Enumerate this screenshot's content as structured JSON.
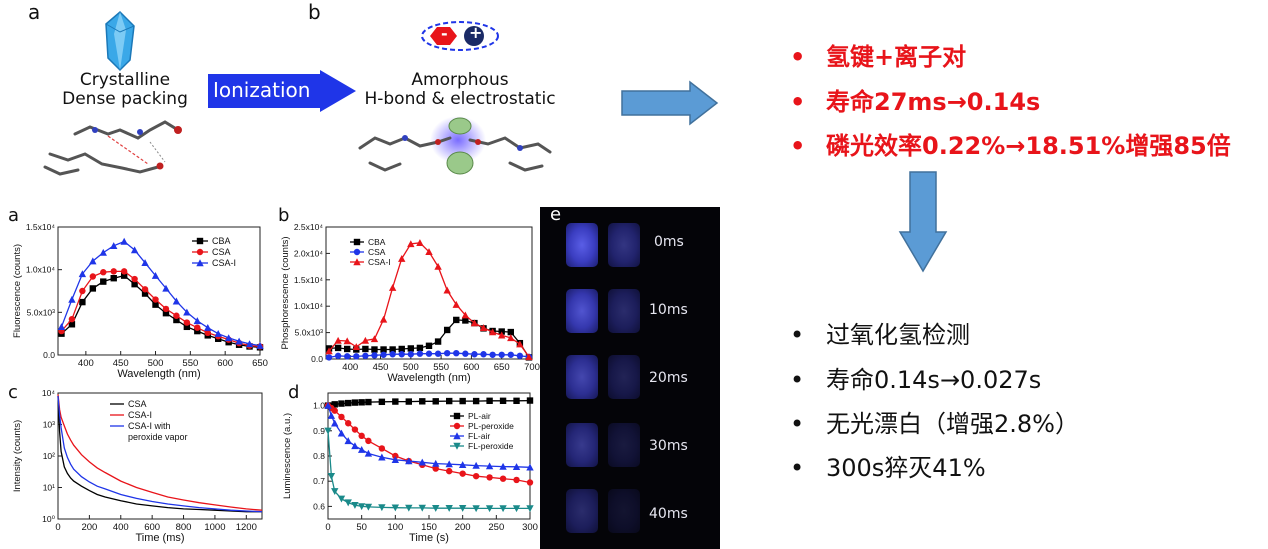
{
  "top": {
    "panel_a_letter": "a",
    "panel_b_letter": "b",
    "a_line1": "Crystalline",
    "a_line2": "Dense packing",
    "arrow_label": "Ionization",
    "b_line1": "Amorphous",
    "b_line2": "H-bond & electrostatic",
    "ion_minus": "-",
    "ion_plus": "+"
  },
  "bullets_red": [
    {
      "marker": "•",
      "text": "氢键+离子对"
    },
    {
      "marker": "•",
      "text": "寿命27ms→0.14s"
    },
    {
      "marker": "•",
      "text": "磷光效率0.22%→18.51%增强85倍"
    }
  ],
  "bullets_black": [
    {
      "marker": "•",
      "text": "过氧化氢检测"
    },
    {
      "marker": "•",
      "text": "寿命0.14s→0.027s"
    },
    {
      "marker": "•",
      "text": "无光漂白（增强2.8%）"
    },
    {
      "marker": "•",
      "text": "300s猝灭41%"
    }
  ],
  "photo": {
    "letter": "e",
    "times": [
      "0ms",
      "10ms",
      "20ms",
      "30ms",
      "40ms"
    ]
  },
  "colors": {
    "red": "#e8141a",
    "arrow_blue": "#5b9bd5",
    "ionization_blue": "#1f35e8"
  },
  "chart_data": [
    {
      "panel": "a",
      "type": "line",
      "xlabel": "Wavelength (nm)",
      "ylabel": "Fluorescence (counts)",
      "xlim": [
        360,
        650
      ],
      "ylim": [
        0,
        15000
      ],
      "xticks": [
        400,
        450,
        500,
        550,
        600,
        650
      ],
      "yticks": [
        {
          "v": 0,
          "t": "0.0"
        },
        {
          "v": 5000,
          "t": "5.0x10³"
        },
        {
          "v": 10000,
          "t": "1.0x10⁴"
        },
        {
          "v": 15000,
          "t": "1.5x10⁴"
        }
      ],
      "x": [
        365,
        380,
        395,
        410,
        425,
        440,
        455,
        470,
        485,
        500,
        515,
        530,
        545,
        560,
        575,
        590,
        605,
        620,
        635,
        650
      ],
      "series": [
        {
          "name": "CBA",
          "color": "#000000",
          "marker": "square",
          "values": [
            2500,
            3600,
            6200,
            7800,
            8600,
            9000,
            9300,
            8300,
            7200,
            5900,
            4900,
            4100,
            3300,
            2800,
            2300,
            1900,
            1500,
            1200,
            1000,
            900
          ]
        },
        {
          "name": "CSA",
          "color": "#e8141a",
          "marker": "circle",
          "values": [
            2800,
            4200,
            7500,
            9200,
            9700,
            9800,
            9800,
            8900,
            7700,
            6500,
            5400,
            4600,
            3800,
            3200,
            2600,
            2200,
            1800,
            1400,
            1100,
            1000
          ]
        },
        {
          "name": "CSA-I",
          "color": "#1f35e8",
          "marker": "triangle",
          "values": [
            3300,
            6500,
            9500,
            11000,
            12000,
            12800,
            13300,
            12300,
            10800,
            9300,
            7800,
            6300,
            5000,
            4000,
            3200,
            2500,
            2000,
            1600,
            1300,
            1100
          ]
        }
      ],
      "legend": "top-right"
    },
    {
      "panel": "b",
      "type": "line",
      "xlabel": "Wavelength (nm)",
      "ylabel": "Phosphorescence (counts)",
      "xlim": [
        360,
        700
      ],
      "ylim": [
        0,
        25000
      ],
      "xticks": [
        400,
        450,
        500,
        550,
        600,
        650,
        700
      ],
      "yticks": [
        {
          "v": 0,
          "t": "0.0"
        },
        {
          "v": 5000,
          "t": "5.0x10³"
        },
        {
          "v": 10000,
          "t": "1.0x10⁴"
        },
        {
          "v": 15000,
          "t": "1.5x10⁴"
        },
        {
          "v": 20000,
          "t": "2.0x10⁴"
        },
        {
          "v": 25000,
          "t": "2.5x10⁴"
        }
      ],
      "x": [
        365,
        380,
        395,
        410,
        425,
        440,
        455,
        470,
        485,
        500,
        515,
        530,
        545,
        560,
        575,
        590,
        605,
        620,
        635,
        650,
        665,
        680,
        695
      ],
      "series": [
        {
          "name": "CBA",
          "color": "#000000",
          "marker": "square",
          "values": [
            2000,
            2100,
            1900,
            1800,
            1900,
            1800,
            1800,
            1800,
            1900,
            2000,
            2100,
            2500,
            3300,
            5500,
            7400,
            7300,
            6800,
            5800,
            5300,
            5200,
            5100,
            3000,
            300
          ]
        },
        {
          "name": "CSA",
          "color": "#1f35e8",
          "marker": "circle",
          "values": [
            300,
            600,
            500,
            500,
            600,
            700,
            800,
            900,
            900,
            900,
            1000,
            1000,
            1000,
            1100,
            1100,
            1000,
            900,
            900,
            800,
            800,
            800,
            600,
            400
          ]
        },
        {
          "name": "CSA-I",
          "color": "#e8141a",
          "marker": "triangle",
          "values": [
            1500,
            3500,
            3400,
            2300,
            3500,
            3800,
            7500,
            13500,
            19000,
            21800,
            22000,
            20300,
            17500,
            13000,
            10300,
            8300,
            6800,
            5900,
            5100,
            4500,
            4000,
            2800,
            400
          ]
        }
      ],
      "legend": "top-left"
    },
    {
      "panel": "c",
      "type": "line",
      "xlabel": "Time (ms)",
      "ylabel": "Intensity (counts)",
      "xlim": [
        0,
        1300
      ],
      "ylim": [
        1,
        10000
      ],
      "yscale": "log",
      "xticks": [
        0,
        200,
        400,
        600,
        800,
        1000,
        1200
      ],
      "yticks": [
        {
          "v": 1,
          "t": "10⁰"
        },
        {
          "v": 10,
          "t": "10¹"
        },
        {
          "v": 100,
          "t": "10²"
        },
        {
          "v": 1000,
          "t": "10³"
        },
        {
          "v": 10000,
          "t": "10⁴"
        }
      ],
      "x": [
        0,
        10,
        20,
        40,
        60,
        80,
        100,
        150,
        200,
        250,
        300,
        400,
        500,
        600,
        700,
        800,
        900,
        1000,
        1100,
        1200,
        1300
      ],
      "series": [
        {
          "name": "CSA",
          "color": "#000000",
          "values": [
            8000,
            600,
            140,
            45,
            28,
            20,
            16,
            11,
            8,
            6,
            5,
            3.8,
            3,
            2.6,
            2.3,
            2.1,
            2,
            1.9,
            1.8,
            1.7,
            1.7
          ]
        },
        {
          "name": "CSA-I",
          "color": "#e8141a",
          "values": [
            9000,
            3000,
            1700,
            900,
            500,
            320,
            220,
            110,
            65,
            42,
            30,
            16,
            10,
            7,
            5,
            4,
            3.3,
            2.8,
            2.4,
            2.1,
            1.9
          ]
        },
        {
          "name": "CSA-I with peroxide vapor",
          "color": "#1f35e8",
          "values": [
            8000,
            2000,
            800,
            180,
            90,
            55,
            38,
            22,
            15,
            11,
            9,
            6,
            4.5,
            3.6,
            3,
            2.6,
            2.3,
            2.1,
            1.9,
            1.8,
            1.7
          ]
        }
      ],
      "legend": "top-right"
    },
    {
      "panel": "d",
      "type": "line",
      "xlabel": "Time (s)",
      "ylabel": "Luminescence (a.u.)",
      "xlim": [
        0,
        300
      ],
      "ylim": [
        0.55,
        1.05
      ],
      "xticks": [
        0,
        50,
        100,
        150,
        200,
        250,
        300
      ],
      "yticks": [
        {
          "v": 0.6,
          "t": "0.6"
        },
        {
          "v": 0.7,
          "t": "0.7"
        },
        {
          "v": 0.8,
          "t": "0.8"
        },
        {
          "v": 0.9,
          "t": "0.9"
        },
        {
          "v": 1.0,
          "t": "1.0"
        }
      ],
      "x": [
        0,
        5,
        10,
        20,
        30,
        40,
        50,
        60,
        80,
        100,
        120,
        140,
        160,
        180,
        200,
        220,
        240,
        260,
        280,
        300
      ],
      "series": [
        {
          "name": "PL-air",
          "color": "#000000",
          "marker": "square",
          "values": [
            1.0,
            1.0,
            1.005,
            1.008,
            1.01,
            1.012,
            1.013,
            1.014,
            1.015,
            1.016,
            1.016,
            1.017,
            1.017,
            1.018,
            1.018,
            1.018,
            1.019,
            1.019,
            1.019,
            1.02
          ]
        },
        {
          "name": "PL-peroxide",
          "color": "#e8141a",
          "marker": "circle",
          "values": [
            1.0,
            0.99,
            0.98,
            0.955,
            0.93,
            0.905,
            0.88,
            0.86,
            0.83,
            0.8,
            0.78,
            0.765,
            0.75,
            0.74,
            0.73,
            0.72,
            0.715,
            0.71,
            0.705,
            0.695
          ]
        },
        {
          "name": "FL-air",
          "color": "#1f35e8",
          "marker": "triangle",
          "values": [
            1.0,
            0.96,
            0.93,
            0.89,
            0.86,
            0.84,
            0.825,
            0.81,
            0.795,
            0.785,
            0.78,
            0.775,
            0.77,
            0.768,
            0.765,
            0.762,
            0.76,
            0.758,
            0.757,
            0.755
          ]
        },
        {
          "name": "FL-peroxide",
          "color": "#1a8a8a",
          "marker": "triangle-down",
          "values": [
            0.9,
            0.72,
            0.66,
            0.63,
            0.615,
            0.605,
            0.6,
            0.598,
            0.596,
            0.595,
            0.594,
            0.594,
            0.593,
            0.593,
            0.593,
            0.592,
            0.592,
            0.592,
            0.592,
            0.592
          ]
        }
      ],
      "legend": "center-right"
    }
  ]
}
